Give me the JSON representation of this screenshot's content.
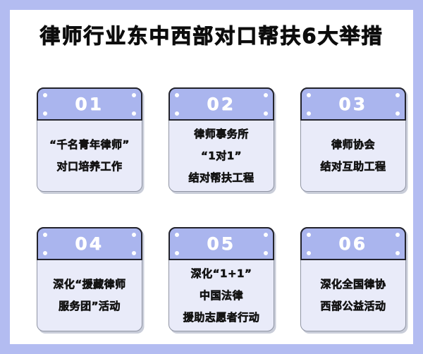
{
  "page": {
    "title": "律师行业东中西部对口帮扶6大举措",
    "colors": {
      "frame_border": "#b3bcf1",
      "card_header": "#aab5ee",
      "card_header_border": "#23232b",
      "card_body_bg": "#e9ebf9",
      "card_shadow": "#c9cdd9",
      "number_color": "#ffffff",
      "title_color": "#0d0d0d",
      "text_color": "#141414"
    }
  },
  "cards": [
    {
      "number": "01",
      "lines": [
        "“千名青年律师”",
        "对口培养工作"
      ]
    },
    {
      "number": "02",
      "lines": [
        "律师事务所",
        "“1对1”",
        "结对帮扶工程"
      ]
    },
    {
      "number": "03",
      "lines": [
        "律师协会",
        "结对互助工程"
      ]
    },
    {
      "number": "04",
      "lines": [
        "深化“援藏律师",
        "服务团”活动"
      ]
    },
    {
      "number": "05",
      "lines": [
        "深化“1+1”",
        "中国法律",
        "援助志愿者行动"
      ]
    },
    {
      "number": "06",
      "lines": [
        "深化全国律协",
        "西部公益活动"
      ]
    }
  ]
}
